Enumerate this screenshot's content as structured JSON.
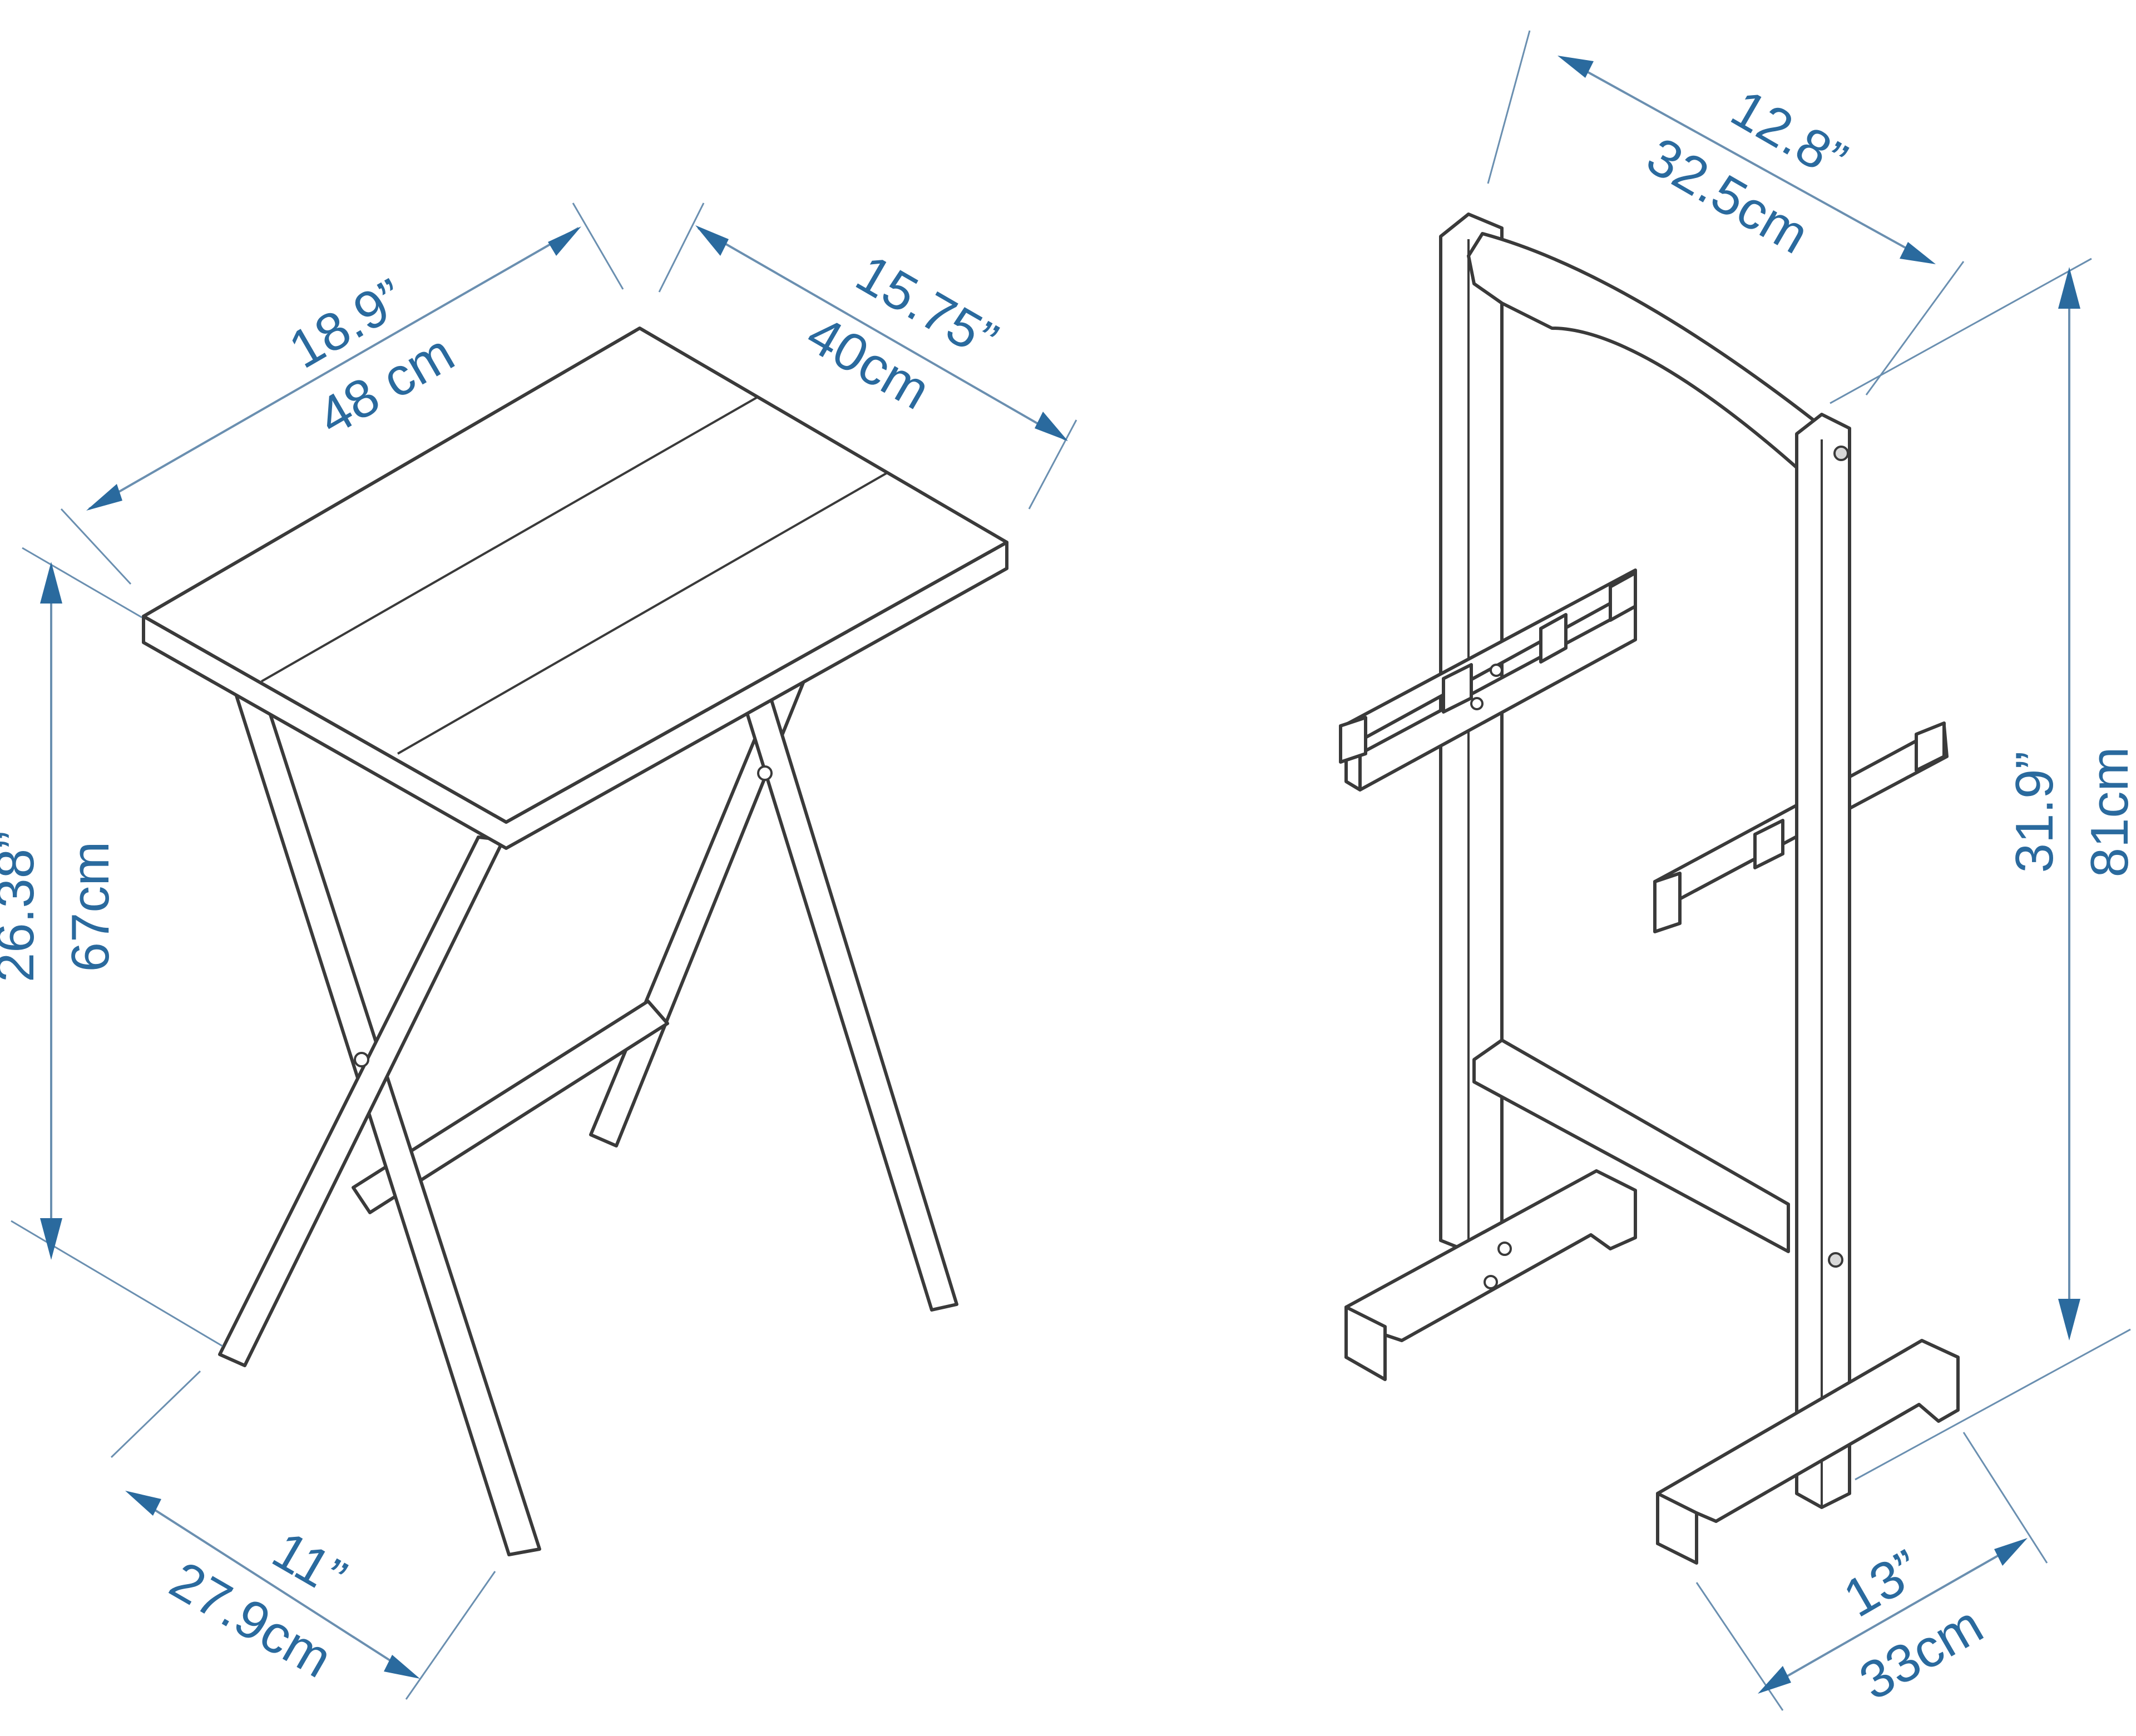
{
  "table": {
    "width": {
      "imperial": "18.9”",
      "metric": "48 cm"
    },
    "depth": {
      "imperial": "15.75”",
      "metric": "40cm"
    },
    "height": {
      "imperial": "26.38”",
      "metric": "67cm"
    },
    "foot_depth": {
      "imperial": "11”",
      "metric": "27.9cm"
    }
  },
  "stand": {
    "width": {
      "imperial": "12.8”",
      "metric": "32.5cm"
    },
    "height": {
      "imperial": "31.9”",
      "metric": "81cm"
    },
    "base_depth": {
      "imperial": "13”",
      "metric": "33cm"
    }
  },
  "colors": {
    "dimension": "#2a6a9e",
    "drawing": "#3a3a3a"
  }
}
